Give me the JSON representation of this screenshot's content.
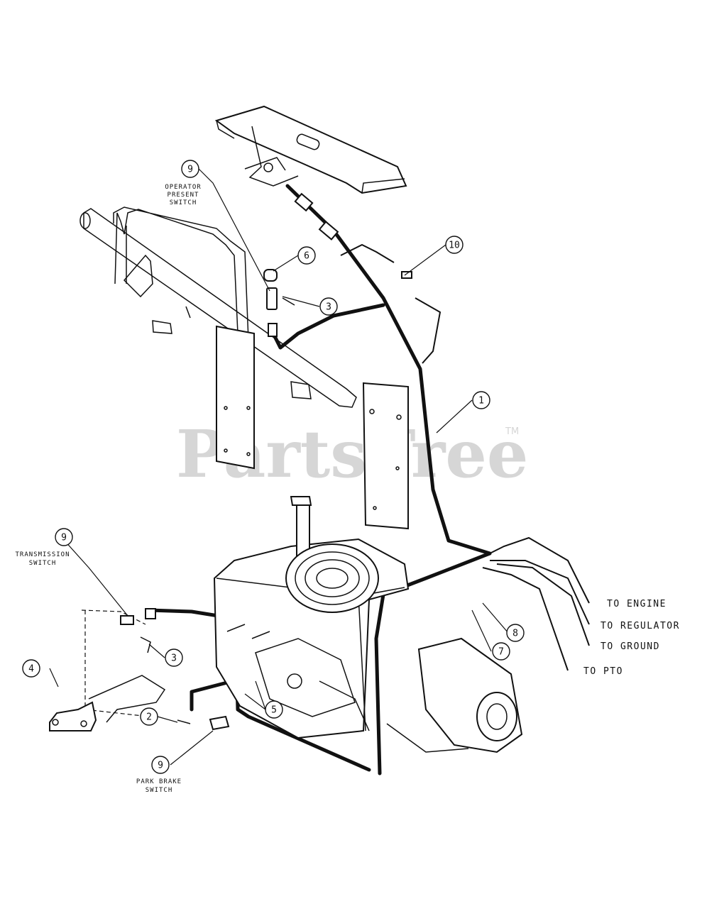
{
  "watermark": {
    "text": "PartsTree",
    "trademark": "TM"
  },
  "labels": {
    "operator_present_switch": [
      "OPERATOR",
      "PRESENT",
      "SWITCH"
    ],
    "transmission_switch": [
      "TRANSMISSION",
      "SWITCH"
    ],
    "park_brake_switch": [
      "PARK BRAKE",
      "SWITCH"
    ]
  },
  "destinations": {
    "engine": "TO ENGINE",
    "regulator": "TO REGULATOR",
    "ground": "TO GROUND",
    "pto": "TO PTO"
  },
  "callouts": {
    "c9_operator": "9",
    "c6": "6",
    "c3_top": "3",
    "c10": "10",
    "c1": "1",
    "c9_transmission": "9",
    "c4": "4",
    "c3_mid": "3",
    "c2": "2",
    "c5": "5",
    "c9_park": "9",
    "c8": "8",
    "c7": "7"
  }
}
